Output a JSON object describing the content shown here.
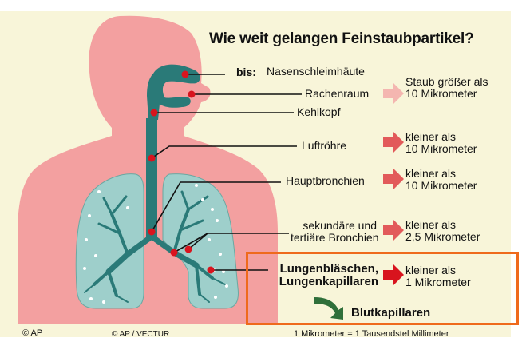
{
  "title": "Wie weit gelangen Feinstaubpartikel?",
  "bis": "bis:",
  "levels": [
    {
      "label": "Nasenschleimhäute"
    },
    {
      "label": "Rachenraum",
      "result": [
        "Staub größer als",
        "10 Mikrometer"
      ]
    },
    {
      "label": "Kehlkopf"
    },
    {
      "label": "Luftröhre",
      "result": [
        "kleiner als",
        "10 Mikrometer"
      ]
    },
    {
      "label": "Hauptbronchien",
      "result": [
        "kleiner als",
        "10 Mikrometer"
      ]
    },
    {
      "label": [
        "sekundäre und",
        "tertiäre Bronchien"
      ],
      "result": [
        "kleiner als",
        "2,5 Mikrometer"
      ]
    },
    {
      "label": [
        "Lungenbläschen,",
        "Lungenkapillaren"
      ],
      "result": [
        "kleiner als",
        "1 Mikrometer"
      ]
    }
  ],
  "blood": "Blutkapillaren",
  "footer": {
    "left": "© AP",
    "middle": "© AP / VECTUR",
    "note": "1 Mikrometer = 1 Tausendstel Millimeter"
  },
  "colors": {
    "background": "#f8f5d9",
    "body": "#f3a0a0",
    "airway": "#2a7a78",
    "lung": "#9ecfcb",
    "marker": "#d8141e",
    "arrow_light": "#f4b6b0",
    "arrow": "#e25a5a",
    "arrow_strong": "#d8141e",
    "blood_arrow": "#2f6f3a",
    "highlight": "#ef6a1c"
  }
}
